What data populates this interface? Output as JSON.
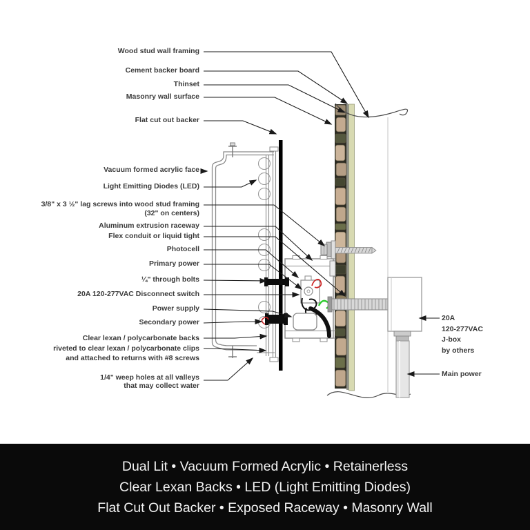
{
  "colors": {
    "background": "#ffffff",
    "footer_bg": "#0a0a0a",
    "footer_text": "#f2f2f2",
    "label_text": "#3a3a3a",
    "leader_line": "#1a1a1a",
    "flat_backer_black": "#000000",
    "wire_red": "#cc2222",
    "wire_green": "#2ecc2e",
    "cement_board": "#d8dab2",
    "thinset_gray": "#8f9089",
    "stone_tan": "#c3aa90",
    "stone_olive": "#6b6f4a",
    "metal_gray": "#d8d8d8"
  },
  "labels": {
    "wood_stud": "Wood stud wall framing",
    "cement_backer": "Cement backer board",
    "thinset": "Thinset",
    "masonry_surface": "Masonry wall surface",
    "flat_cut_backer": "Flat cut out backer",
    "acrylic_face": "Vacuum formed acrylic face",
    "led": "Light Emitting Diodes (LED)",
    "lag_screws": {
      "lines": [
        "3/8\" x 3 ½\" lag screws into wood stud framing",
        "(32\" on centers)"
      ]
    },
    "raceway": "Aluminum extrusion raceway",
    "flex_conduit": "Flex conduit or liquid tight",
    "photocell": "Photocell",
    "primary_power": "Primary power",
    "through_bolts": "¼\" through bolts",
    "disconnect": "20A 120-277VAC Disconnect switch",
    "power_supply": "Power supply",
    "secondary_power": "Secondary power",
    "lexan_backs": {
      "lines": [
        "Clear lexan / polycarbonate backs",
        "riveted to clear lexan / polycarbonate clips",
        "and attached to returns with #8 screws"
      ]
    },
    "weep_holes": {
      "lines": [
        "1/4\" weep holes at all valleys",
        "that may collect water"
      ]
    },
    "jbox": {
      "lines": [
        "20A",
        "120-277VAC",
        "J-box",
        "by others"
      ]
    },
    "main_power": "Main power"
  },
  "footer": {
    "lines": [
      "Dual Lit • Vacuum Formed Acrylic • Retainerless",
      "Clear Lexan Backs • LED (Light Emitting Diodes)",
      "Flat Cut Out Backer • Exposed Raceway • Masonry Wall"
    ]
  }
}
